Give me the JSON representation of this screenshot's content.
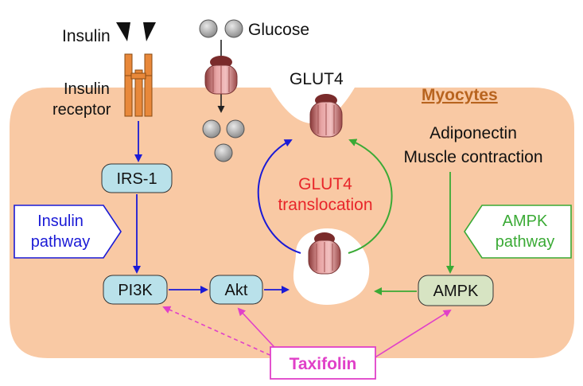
{
  "insulin": "Insulin",
  "insulin_receptor": [
    "Insulin",
    "receptor"
  ],
  "glucose": "Glucose",
  "glut4_top": "GLUT4",
  "cell_name": "Myocytes",
  "glut4_translocation": [
    "GLUT4",
    "translocation"
  ],
  "stimuli": [
    "Adiponectin",
    "Muscle contraction"
  ],
  "insulin_pathway": [
    "Insulin",
    "pathway"
  ],
  "ampk_pathway": [
    "AMPK",
    "pathway"
  ],
  "nodes": {
    "irs1": "IRS-1",
    "pi3k": "PI3K",
    "akt": "Akt",
    "ampk": "AMPK"
  },
  "taxifolin": "Taxifolin",
  "colors": {
    "cell": "#f9c9a4",
    "node_blue": "#b9e1ea",
    "node_green": "#d7e4c3",
    "insulin_arrow": "#1a1ad6",
    "ampk_arrow": "#3aaa35",
    "taxifolin": "#e040c8",
    "translocation_text": "#e8262a",
    "myocytes_text": "#b8641f"
  }
}
